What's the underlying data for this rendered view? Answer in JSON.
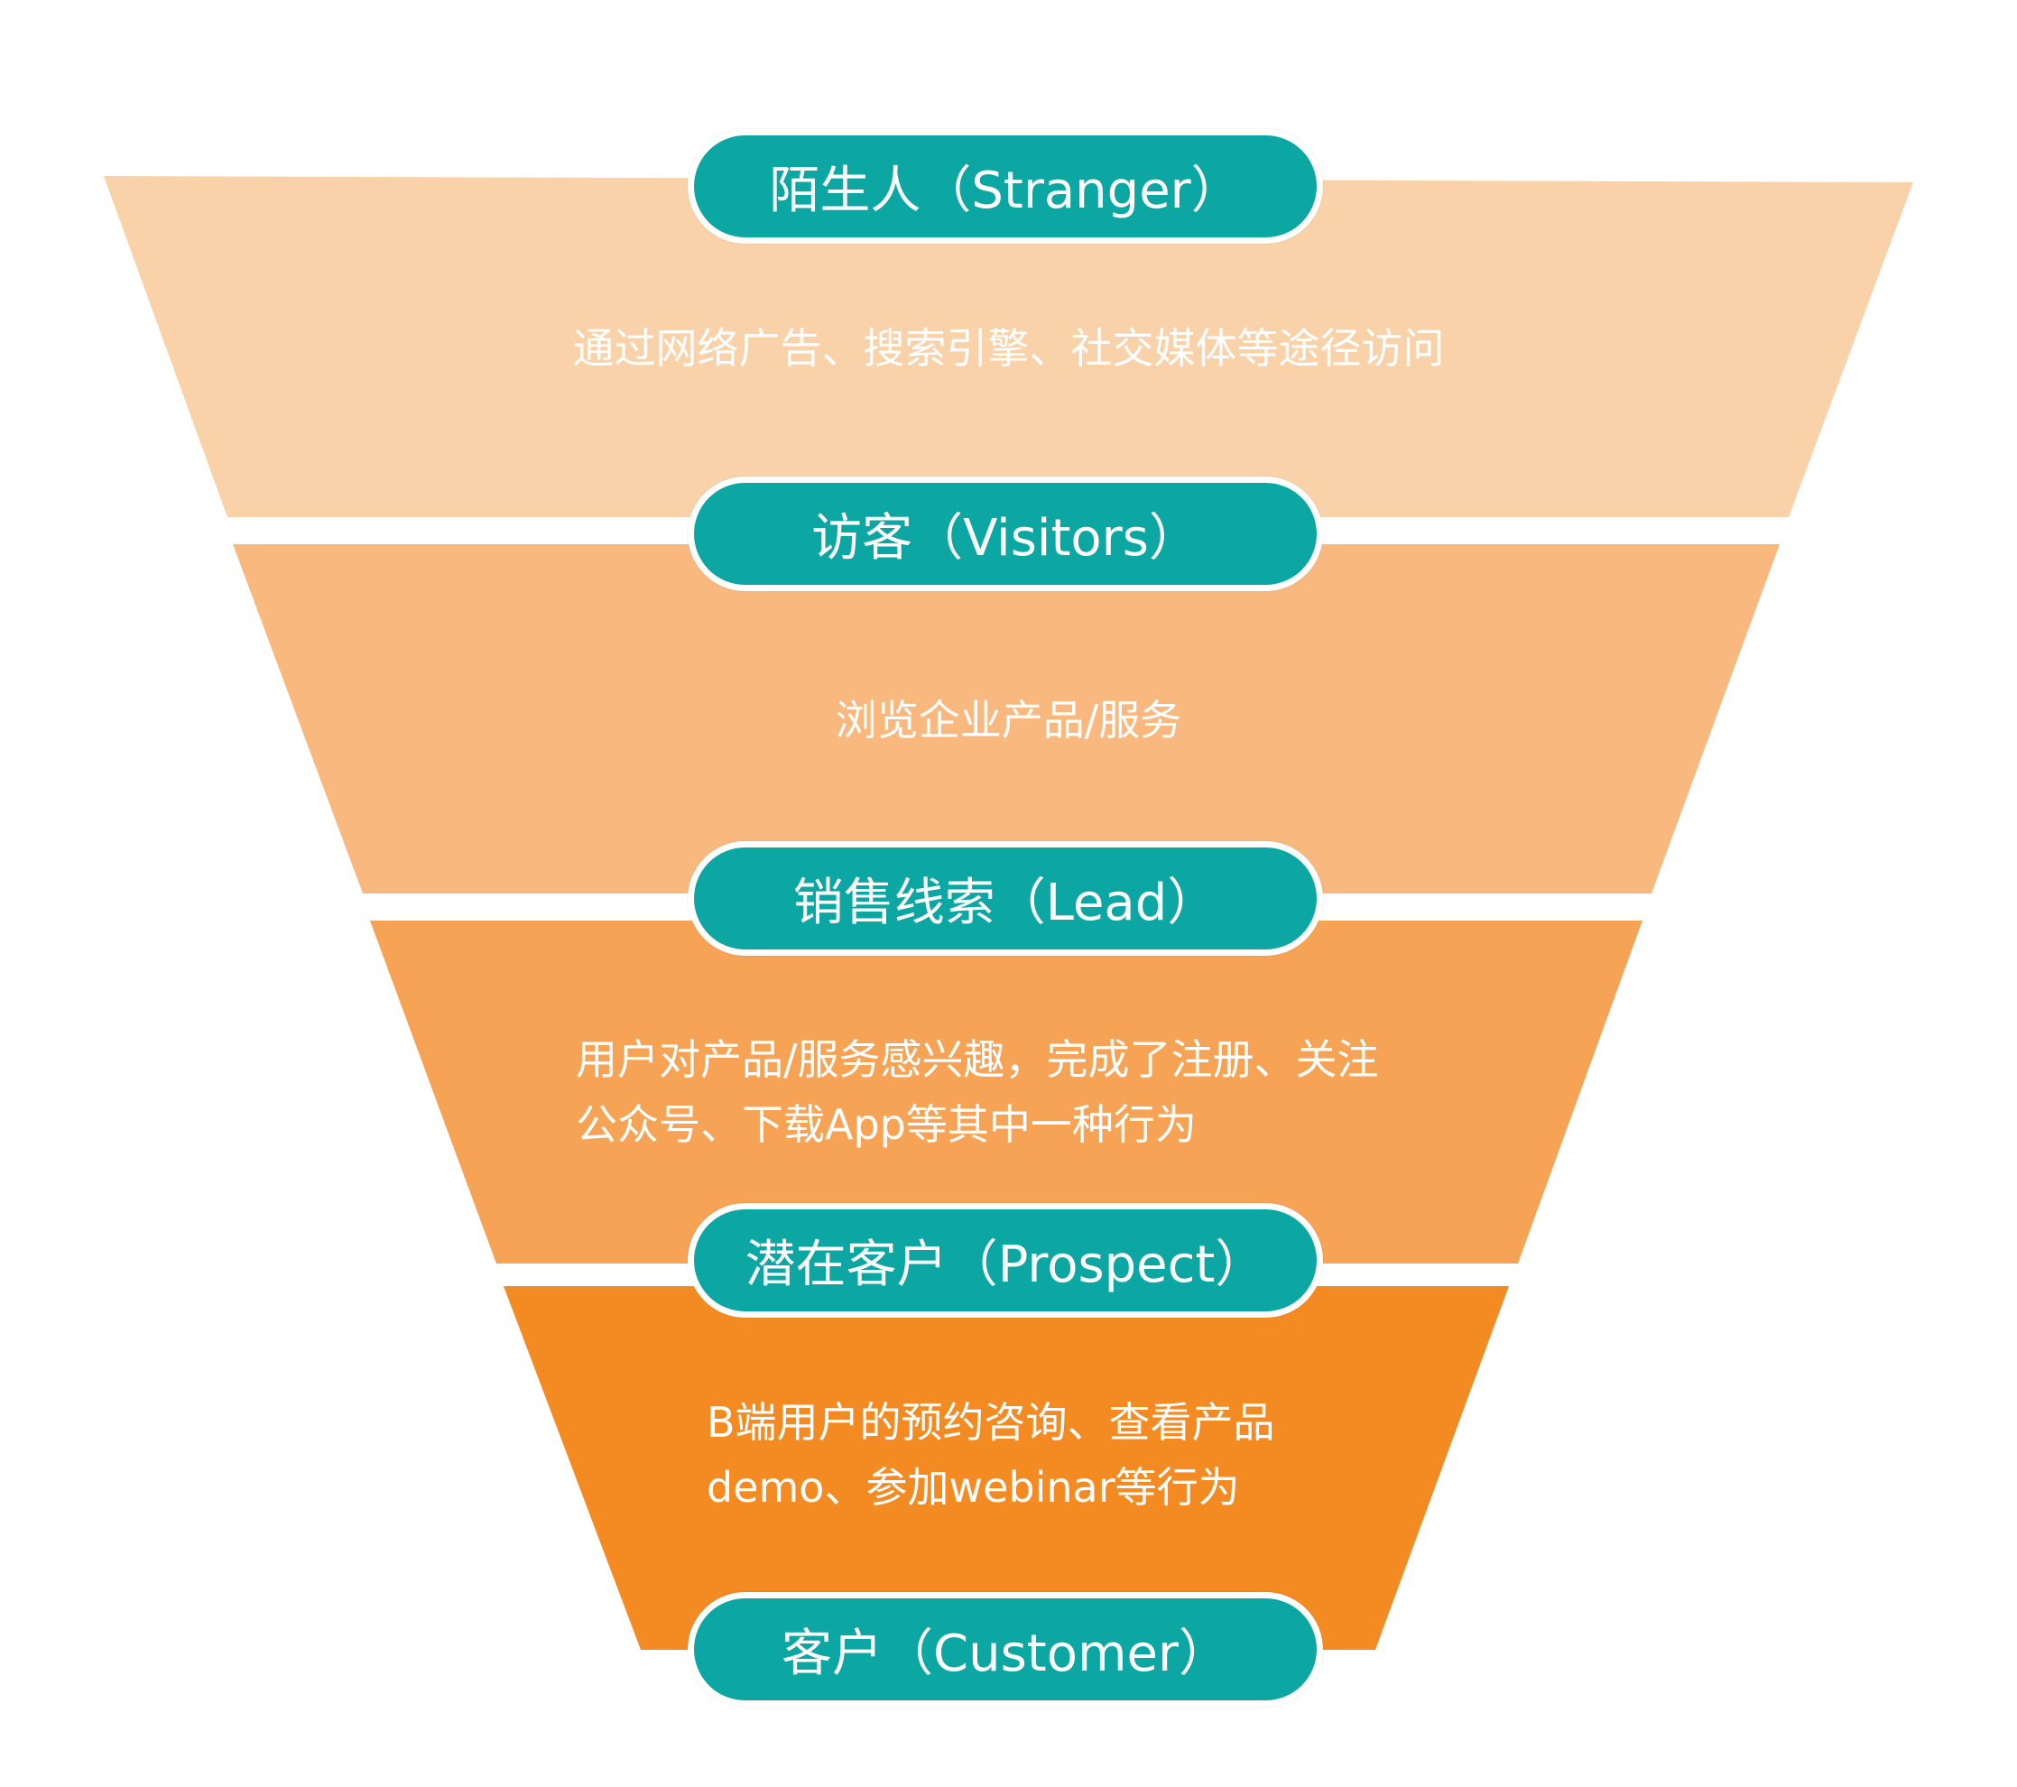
{
  "colors": {
    "pill": "#0ca6a3",
    "band_1": "#f9d2a9",
    "band_2": "#f9b97e",
    "band_3": "#f6a355",
    "band_4": "#f38a22",
    "text": "#ffffff"
  },
  "stages": [
    {
      "label": "陌生人（Stranger）"
    },
    {
      "label": "访客（Visitors）"
    },
    {
      "label": "销售线索（Lead）"
    },
    {
      "label": "潜在客户（Prospect）"
    },
    {
      "label": "客户（Customer）"
    }
  ],
  "descriptions": [
    "通过网络广告、搜索引擎、社交媒体等途径访问",
    "浏览企业产品/服务",
    "用户对产品/服务感兴趣，完成了注册、关注\n公众号、下载App等其中一种行为",
    "B端用户的预约咨询、查看产品\ndemo、参加webinar等行为"
  ]
}
